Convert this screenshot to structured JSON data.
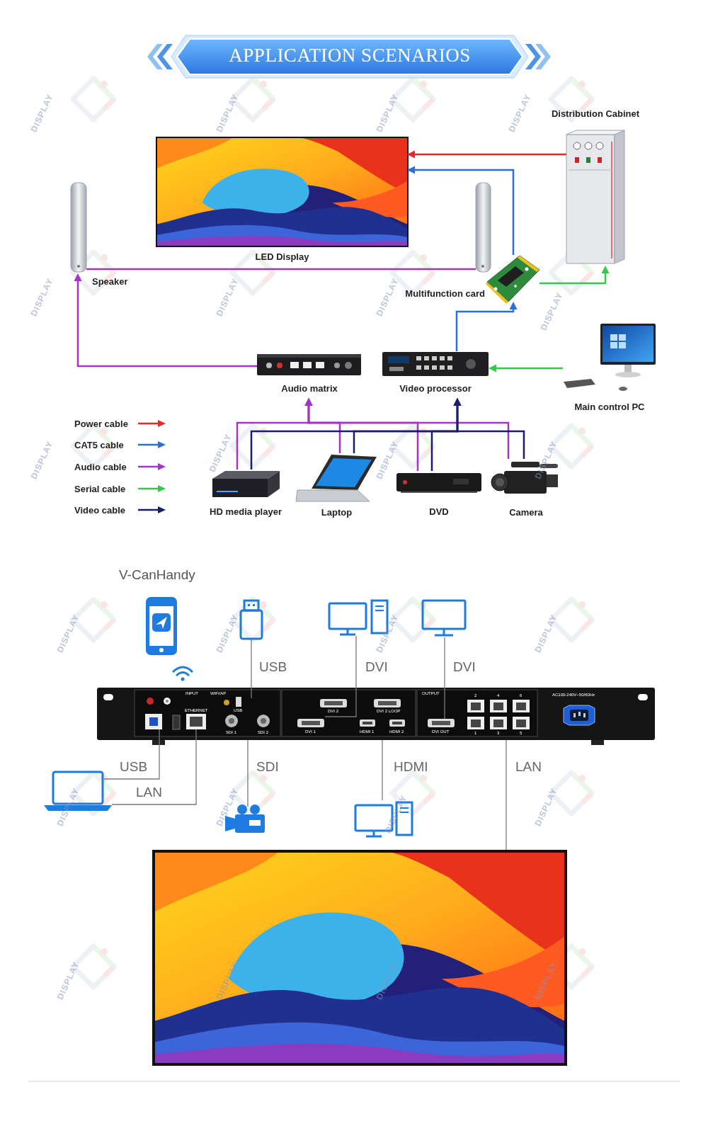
{
  "diagram": {
    "title": "APPLICATION SCENARIOS",
    "nodes": [
      {
        "text": [
          "LED Display"
        ]
      },
      {
        "text": [
          "Distribution Cabinet"
        ]
      },
      {
        "text": [
          "Speaker"
        ]
      },
      {
        "text": [
          "Multifunction card"
        ]
      },
      {
        "text": [
          "Audio matrix"
        ]
      },
      {
        "text": [
          "Video processor"
        ]
      },
      {
        "text": [
          "Main control PC"
        ]
      },
      {
        "text": [
          "HD media player"
        ]
      },
      {
        "text": [
          "Laptop"
        ]
      },
      {
        "text": [
          "DVD"
        ]
      },
      {
        "text": [
          "Camera"
        ]
      }
    ],
    "edges": [
      {
        "from": 1,
        "to": 0,
        "arrow": "to"
      },
      {
        "from": 3,
        "to": 0,
        "arrow": "to"
      },
      {
        "from": 3,
        "to": 1,
        "arrow": "to"
      },
      {
        "from": 5,
        "to": 3,
        "arrow": "to"
      },
      {
        "from": 6,
        "to": 5,
        "arrow": "to"
      },
      {
        "from": 4,
        "to": 2,
        "arrow": "to"
      },
      {
        "from": 7,
        "to": 4,
        "arrow": "to"
      },
      {
        "from": 8,
        "to": 4,
        "arrow": "to"
      },
      {
        "from": 9,
        "to": 4,
        "arrow": "to"
      },
      {
        "from": 10,
        "to": 4,
        "arrow": "to"
      },
      {
        "from": 7,
        "to": 5,
        "arrow": "to"
      },
      {
        "from": 8,
        "to": 5,
        "arrow": "to"
      },
      {
        "from": 9,
        "to": 5,
        "arrow": "to"
      },
      {
        "from": 10,
        "to": 5,
        "arrow": "to"
      }
    ],
    "labels": [
      "V-CanHandy",
      "USB",
      "DVI",
      "DVI",
      "USB",
      "LAN",
      "SDI",
      "HDMI",
      "LAN",
      "INPUT",
      "WIFI/AP",
      "USB",
      "ETHERNET",
      "SDI 1",
      "SDI 2",
      "DVI 2",
      "DVI 2 LOOP",
      "DVI 1",
      "HDMI 1",
      "HDMI 2",
      "OUTPUT",
      "DVI OUT",
      "2",
      "4",
      "6",
      "1",
      "3",
      "5",
      "AC100-240V~50/60Hz",
      "DISPLAY",
      "DISPLAY",
      "DISPLAY",
      "DISPLAY",
      "DISPLAY",
      "DISPLAY",
      "DISPLAY",
      "DISPLAY",
      "DISPLAY",
      "DISPLAY",
      "DISPLAY",
      "DISPLAY",
      "DISPLAY",
      "DISPLAY",
      "DISPLAY",
      "DISPLAY",
      "DISPLAY",
      "DISPLAY",
      "DISPLAY",
      "DISPLAY",
      "DISPLAY",
      "DISPLAY",
      "DISPLAY",
      "DISPLAY"
    ],
    "legend": [
      {
        "text": "Power cable"
      },
      {
        "text": "CAT5 cable"
      },
      {
        "text": "Audio cable"
      },
      {
        "text": "Serial cable"
      },
      {
        "text": "Video cable"
      }
    ]
  }
}
